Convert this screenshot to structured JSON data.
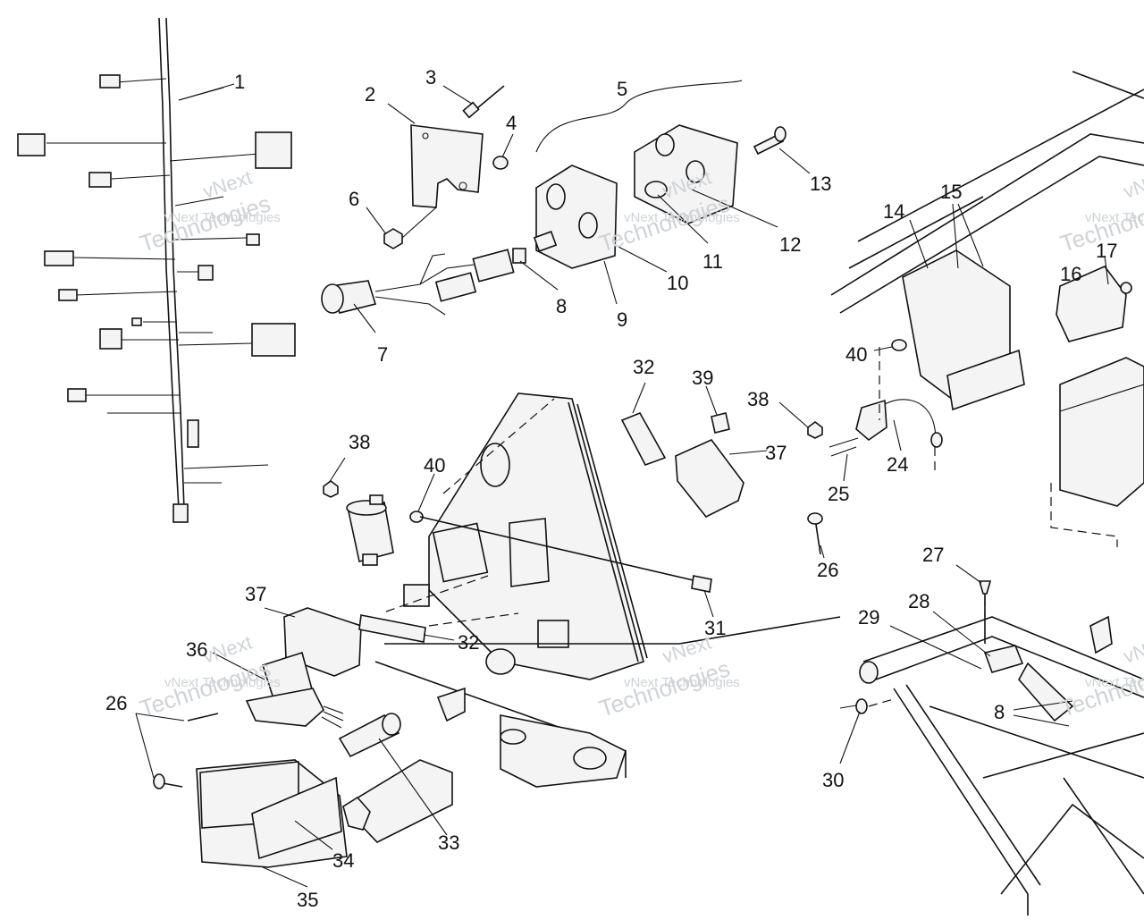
{
  "diagram": {
    "callouts": [
      {
        "id": "c1",
        "text": "1"
      },
      {
        "id": "c2",
        "text": "2"
      },
      {
        "id": "c3",
        "text": "3"
      },
      {
        "id": "c4",
        "text": "4"
      },
      {
        "id": "c5",
        "text": "5"
      },
      {
        "id": "c6",
        "text": "6"
      },
      {
        "id": "c7",
        "text": "7"
      },
      {
        "id": "c8a",
        "text": "8"
      },
      {
        "id": "c9",
        "text": "9"
      },
      {
        "id": "c10",
        "text": "10"
      },
      {
        "id": "c11",
        "text": "11"
      },
      {
        "id": "c12",
        "text": "12"
      },
      {
        "id": "c13",
        "text": "13"
      },
      {
        "id": "c14",
        "text": "14"
      },
      {
        "id": "c15",
        "text": "15"
      },
      {
        "id": "c16",
        "text": "16"
      },
      {
        "id": "c17",
        "text": "17"
      },
      {
        "id": "c24",
        "text": "24"
      },
      {
        "id": "c25",
        "text": "25"
      },
      {
        "id": "c26a",
        "text": "26"
      },
      {
        "id": "c27",
        "text": "27"
      },
      {
        "id": "c28",
        "text": "28"
      },
      {
        "id": "c29",
        "text": "29"
      },
      {
        "id": "c8b",
        "text": "8"
      },
      {
        "id": "c30",
        "text": "30"
      },
      {
        "id": "c32a",
        "text": "32"
      },
      {
        "id": "c39",
        "text": "39"
      },
      {
        "id": "c37a",
        "text": "37"
      },
      {
        "id": "c38a",
        "text": "38"
      },
      {
        "id": "c40a",
        "text": "40"
      },
      {
        "id": "c38b",
        "text": "38"
      },
      {
        "id": "c40b",
        "text": "40"
      },
      {
        "id": "c26b",
        "text": "26"
      },
      {
        "id": "c31",
        "text": "31"
      },
      {
        "id": "c37b",
        "text": "37"
      },
      {
        "id": "c32b",
        "text": "32"
      },
      {
        "id": "c36",
        "text": "36"
      },
      {
        "id": "c26c",
        "text": "26"
      },
      {
        "id": "c33",
        "text": "33"
      },
      {
        "id": "c34",
        "text": "34"
      },
      {
        "id": "c35",
        "text": "35"
      }
    ],
    "watermarks": [
      {
        "line1": "vNext",
        "line2": "vNext Technologies",
        "line3": "Technologies"
      },
      {
        "line1": "vNext",
        "line2": "vNext Technologies",
        "line3": "Technologies"
      },
      {
        "line1": "vNext",
        "line2": "vNext Technologies",
        "line3": "Technologies"
      },
      {
        "line1": "vNext",
        "line2": "vNext Technologies",
        "line3": "Technologies"
      },
      {
        "line1": "vNext",
        "line2": "vNext Technologies",
        "line3": "Technologies"
      },
      {
        "line1": "vNext",
        "line2": "vNext Technologies",
        "line3": "Technologies"
      }
    ]
  }
}
